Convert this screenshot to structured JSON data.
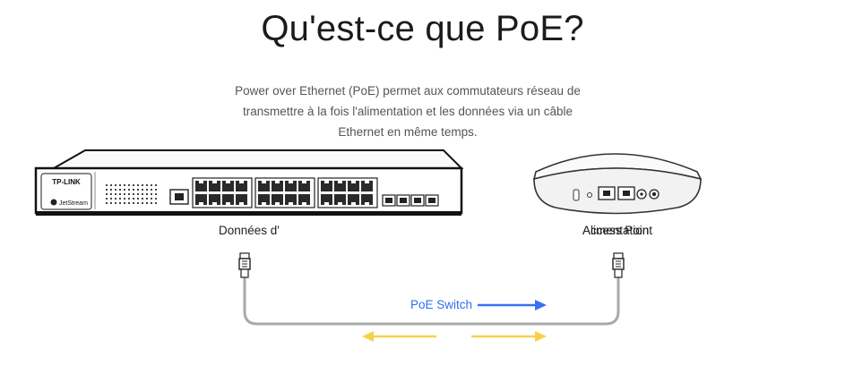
{
  "title": "Qu'est-ce que PoE?",
  "description": "Power over Ethernet (PoE) permet aux commutateurs réseau de transmettre à la fois l'alimentation et les données via un câble Ethernet en même temps.",
  "switch": {
    "brand": "TP-LINK",
    "series": "JetStream"
  },
  "labels": {
    "left": "Données d'",
    "right_a": "Alimentation",
    "right_b": "Access Point",
    "poe": "PoE Switch"
  },
  "colors": {
    "power_arrow": "#3b6ff2",
    "data_arrow": "#f6d24a",
    "cable": "#a9a9a9"
  }
}
